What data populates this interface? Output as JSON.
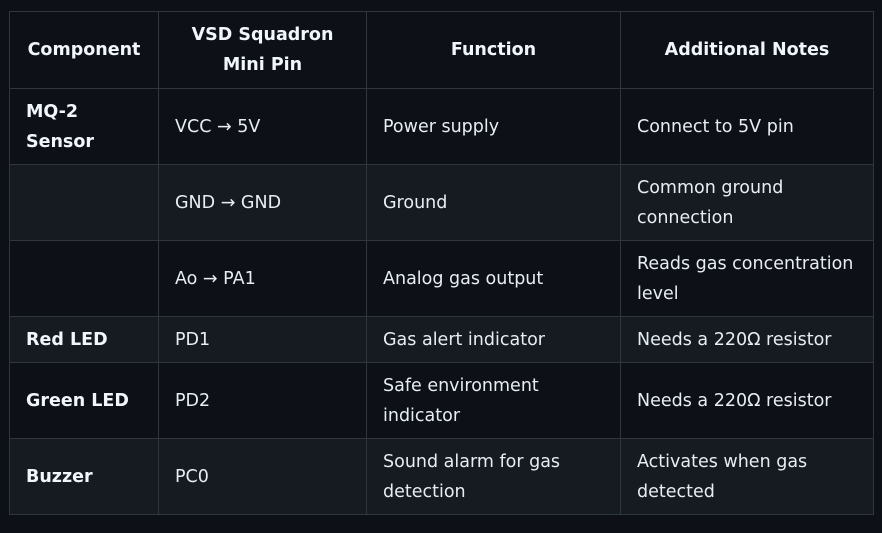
{
  "table": {
    "headers": [
      "Component",
      "VSD Squadron Mini Pin",
      "Function",
      "Additional Notes"
    ],
    "rows": [
      {
        "component": "MQ-2 Sensor",
        "pin": "VCC → 5V",
        "function": "Power supply",
        "notes": "Connect to 5V pin"
      },
      {
        "component": "",
        "pin": "GND → GND",
        "function": "Ground",
        "notes": "Common ground connection"
      },
      {
        "component": "",
        "pin": "Ao → PA1",
        "function": "Analog gas output",
        "notes": "Reads gas concentration level"
      },
      {
        "component": "Red LED",
        "pin": "PD1",
        "function": "Gas alert indicator",
        "notes": "Needs a 220Ω resistor"
      },
      {
        "component": "Green LED",
        "pin": "PD2",
        "function": "Safe environment indicator",
        "notes": "Needs a 220Ω resistor"
      },
      {
        "component": "Buzzer",
        "pin": "PC0",
        "function": "Sound alarm for gas detection",
        "notes": "Activates when gas detected"
      }
    ]
  }
}
